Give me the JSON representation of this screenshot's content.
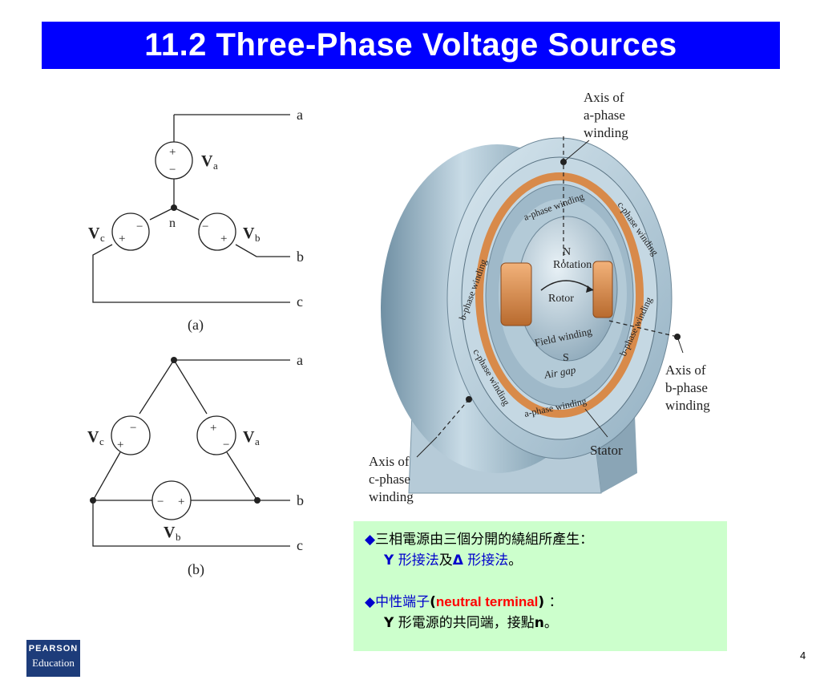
{
  "slide": {
    "title": "11.2 Three-Phase Voltage Sources",
    "page_number": "4"
  },
  "circuit_a": {
    "terminals": [
      "a",
      "b",
      "c"
    ],
    "neutral": "n",
    "sources": [
      "V",
      "a",
      "V",
      "b",
      "V",
      "c"
    ],
    "signs": {
      "plus": "+",
      "minus": "−"
    },
    "caption": "(a)"
  },
  "circuit_b": {
    "terminals": [
      "a",
      "b",
      "c"
    ],
    "caption": "(b)"
  },
  "generator": {
    "labels": {
      "axis_a": [
        "Axis of",
        "a-phase",
        "winding"
      ],
      "axis_b": [
        "Axis of",
        "b-phase",
        "winding"
      ],
      "axis_c": [
        "Axis of",
        "c-phase",
        "winding"
      ],
      "stator": "Stator",
      "rotor": "Rotor",
      "rotation": "Rotation",
      "north": "N",
      "south": "S",
      "field_winding": "Field winding",
      "air_gap": "Air gap",
      "a_phase_winding": "a-phase winding",
      "b_phase_winding": "b-phase winding",
      "c_phase_winding": "c-phase winding"
    }
  },
  "note": {
    "bullet": "◆",
    "line1": "三相電源由三個分開的繞組所產生：",
    "line2_y": "Y",
    "line2_y_text": "形接法",
    "line2_and": "及",
    "line2_delta": "Δ",
    "line2_delta_text": "形接法",
    "line2_end": "。",
    "line3_zh": "中性端子",
    "line3_open": "(",
    "line3_en": "neutral terminal",
    "line3_close": ")",
    "line3_colon": "：",
    "line4_y": "Y",
    "line4_text": "形電源的共同端，接點",
    "line4_n": "n",
    "line4_end": "。"
  },
  "logo": {
    "top": "PEARSON",
    "bottom": "Education"
  },
  "colors": {
    "title_bg": "#0000ff",
    "note_bg": "#ccffcc",
    "accent_red": "#ff0000",
    "accent_blue": "#0000cc"
  }
}
